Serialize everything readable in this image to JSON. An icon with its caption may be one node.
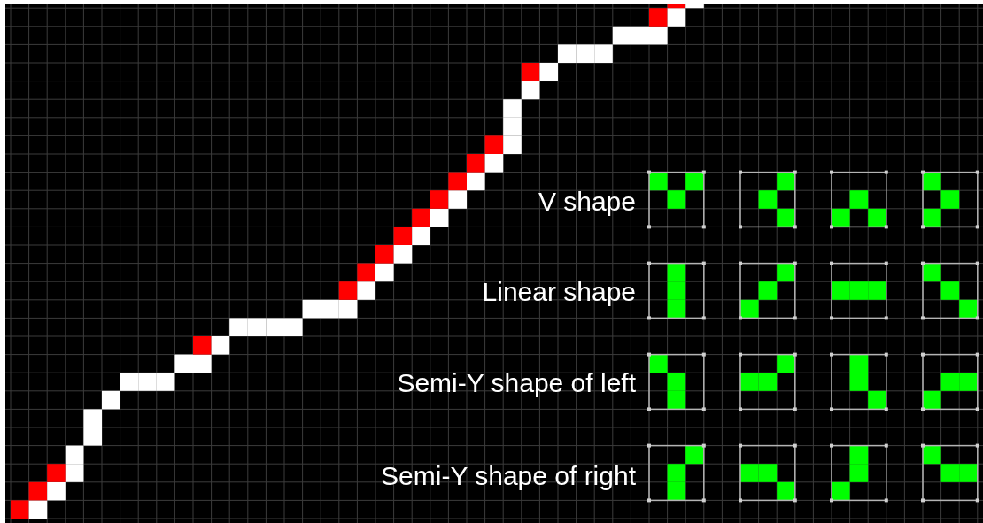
{
  "diagram": {
    "labels": [
      "V shape",
      "Linear shape",
      "Semi-Y shape of left",
      "Semi-Y shape of right"
    ]
  }
}
